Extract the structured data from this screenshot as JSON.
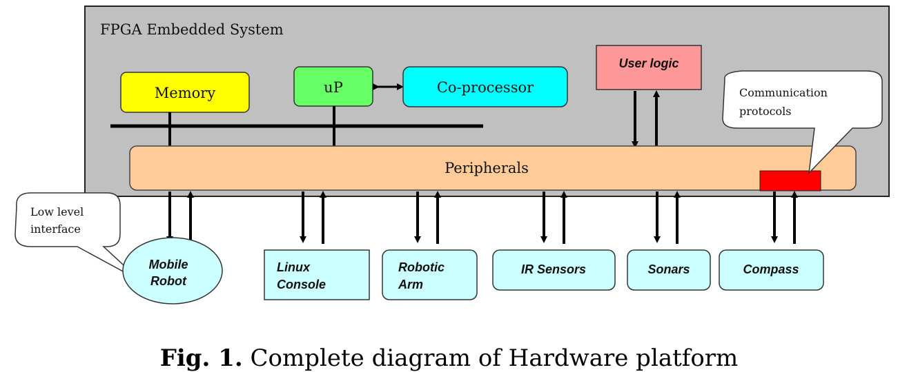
{
  "system": {
    "title": "FPGA Embedded System",
    "colors": {
      "container": "#c0c0c0",
      "border": "#222222"
    }
  },
  "blocks": {
    "memory": {
      "label": "Memory",
      "color": "#ffff00"
    },
    "up": {
      "label": "uP",
      "color": "#66ff66"
    },
    "coprocessor": {
      "label": "Co-processor",
      "color": "#00ffff"
    },
    "user_logic": {
      "label": "User logic",
      "color": "#ff9999"
    },
    "peripherals": {
      "label": "Peripherals",
      "color": "#ffcc99"
    },
    "comm_block": {
      "color": "#ff0000"
    }
  },
  "callouts": {
    "communication": {
      "line1": "Communication",
      "line2": "protocols"
    },
    "low_level": {
      "line1": "Low level",
      "line2": "interface"
    }
  },
  "devices": {
    "color": "#ccffff",
    "mobile_robot": {
      "line1": "Mobile",
      "line2": "Robot"
    },
    "linux_console": {
      "line1": "Linux",
      "line2": "Console"
    },
    "robotic_arm": {
      "line1": "Robotic",
      "line2": "Arm"
    },
    "ir_sensors": {
      "label": "IR Sensors"
    },
    "sonars": {
      "label": "Sonars"
    },
    "compass": {
      "label": "Compass"
    }
  },
  "caption": {
    "prefix": "Fig. 1.",
    "text": "Complete diagram of Hardware platform"
  }
}
